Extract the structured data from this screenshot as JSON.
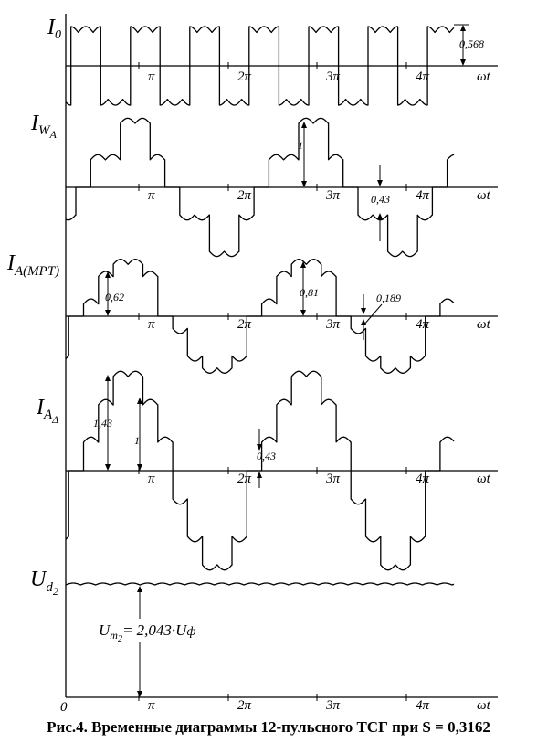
{
  "caption": "Рис.4. Временные диаграммы 12-пульсного ТСГ при S = 0,3162",
  "x_axis_label": "ωt",
  "x_ticks": [
    "π",
    "2π",
    "3π",
    "4π"
  ],
  "origin_label": "0",
  "panels": [
    {
      "id": "I0",
      "label_main": "I",
      "label_sub": "0",
      "label_subsub": ""
    },
    {
      "id": "IWA",
      "label_main": "I",
      "label_sub": "W",
      "label_subsub": "A"
    },
    {
      "id": "IAMPT",
      "label_main": "I",
      "label_sub": "A(MPT)",
      "label_subsub": ""
    },
    {
      "id": "IAD",
      "label_main": "I",
      "label_sub": "A",
      "label_subsub": "Δ"
    },
    {
      "id": "Ud2",
      "label_main": "U",
      "label_sub": "d",
      "label_subsub": "2"
    }
  ],
  "annotations": {
    "i0_amp": "0,568",
    "iwa_amp": "1",
    "iwa_step": "0,43",
    "iampt_a": "0,62",
    "iampt_b": "0,81",
    "iampt_c": "0,189",
    "iad_a": "1,43",
    "iad_b": "1",
    "iad_c": "0,43",
    "um_main": "U",
    "um_sub": "m",
    "um_subsub": "2",
    "um_eq": "= 2,043·U",
    "um_phi": "ф"
  }
}
